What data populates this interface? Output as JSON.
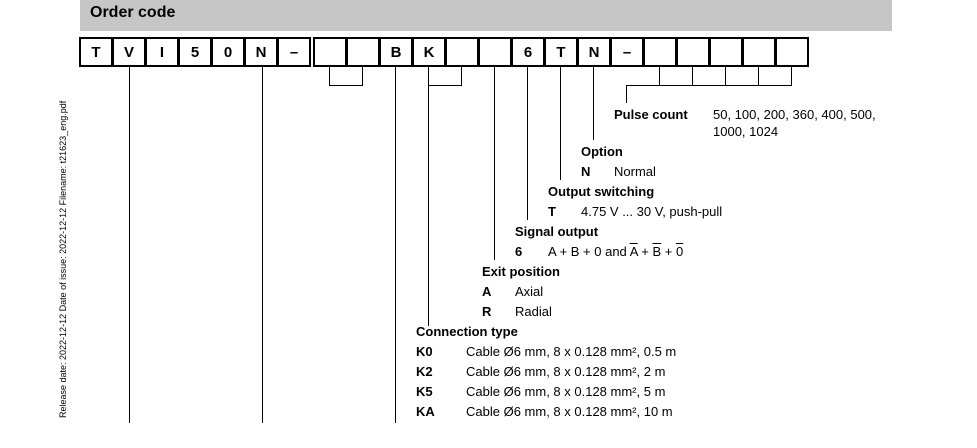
{
  "sidebar": {
    "release_text": "Release date: 2022-12-12 Date of issue: 2022-12-12 Filename: t21623_eng.pdf"
  },
  "header": {
    "title": "Order code"
  },
  "code_cells": [
    "T",
    "V",
    "I",
    "5",
    "0",
    "N",
    "–",
    "",
    "",
    "B",
    "K",
    "",
    "",
    "6",
    "T",
    "N",
    "–",
    "",
    "",
    "",
    "",
    ""
  ],
  "pulse_count": {
    "title": "Pulse count",
    "values_line1": "50, 100, 200, 360, 400, 500,",
    "values_line2": "1000, 1024"
  },
  "option": {
    "title": "Option",
    "items": [
      {
        "code": "N",
        "desc": "Normal"
      }
    ]
  },
  "output_switching": {
    "title": "Output switching",
    "items": [
      {
        "code": "T",
        "desc": "4.75 V ... 30 V, push-pull"
      }
    ]
  },
  "signal_output": {
    "title": "Signal output",
    "items": [
      {
        "code": "6",
        "desc_plain": "A + B + 0 and ",
        "desc_bar_a": "A",
        "desc_sep1": " + ",
        "desc_bar_b": "B",
        "desc_sep2": " + ",
        "desc_bar_0": "0"
      }
    ]
  },
  "exit_position": {
    "title": "Exit position",
    "items": [
      {
        "code": "A",
        "desc": "Axial"
      },
      {
        "code": "R",
        "desc": "Radial"
      }
    ]
  },
  "connection_type": {
    "title": "Connection type",
    "items": [
      {
        "code": "K0",
        "desc": "Cable Ø6 mm, 8 x 0.128 mm², 0.5 m"
      },
      {
        "code": "K2",
        "desc": "Cable Ø6 mm, 8 x 0.128 mm², 2 m"
      },
      {
        "code": "K5",
        "desc": "Cable Ø6 mm, 8 x 0.128 mm², 5 m"
      },
      {
        "code": "KA",
        "desc": "Cable Ø6 mm, 8 x 0.128 mm², 10 m"
      }
    ]
  }
}
